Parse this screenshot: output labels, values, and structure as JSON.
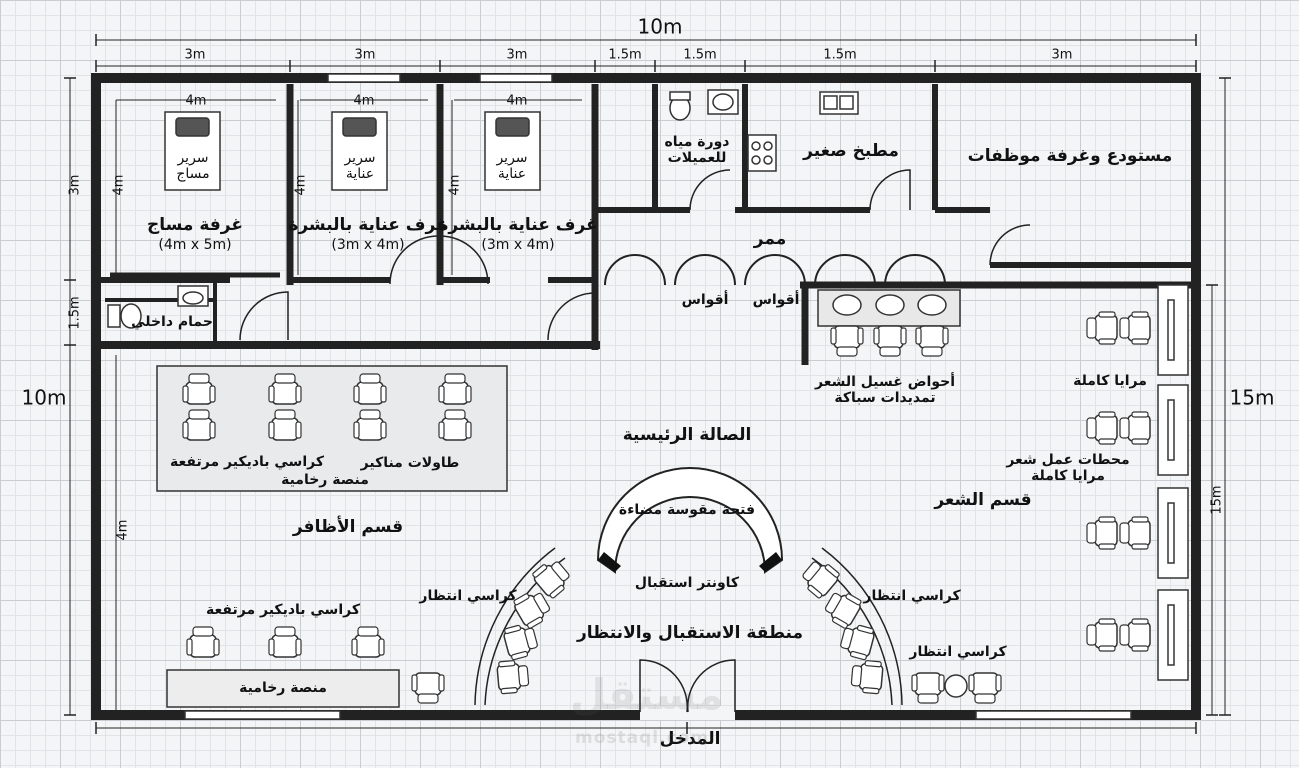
{
  "overall": {
    "width": "10m",
    "height_left": "10m",
    "height_right": "15m",
    "right_vertical": "15m"
  },
  "top_dims": [
    "3m",
    "3m",
    "3m",
    "1.5m",
    "1.5m",
    "1.5m",
    "3m"
  ],
  "left_dims": {
    "top": "3m",
    "middle": "1.5m",
    "bottom": "4m"
  },
  "rooms": {
    "massage": {
      "width": "4m",
      "depth": "4m",
      "bed": "سرير\nمساج",
      "name": "غرفة مساج",
      "size": "(4m x 5m)"
    },
    "skincare1": {
      "width": "4m",
      "depth": "4m",
      "bed": "سرير\nعناية",
      "name": "غرف عناية بالبشرة",
      "size": "(3m x 4m)"
    },
    "skincare2": {
      "width": "4m",
      "depth": "4m",
      "bed": "سرير\nعناية",
      "name": "غرف عناية بالبشرة",
      "size": "(3m x 4m)"
    },
    "wc_clients": "دورة مياه\nللعميلات",
    "kitchen": "مطبخ صغير",
    "storage": "مستودع وغرفة موظفات",
    "corridor": "ممر",
    "bathroom": "حمام داخلي"
  },
  "arches": [
    "أقواس",
    "أقواس"
  ],
  "main_hall": "الصالة الرئيسية",
  "nails": {
    "tables": "طاولات مناكير",
    "pedicure_chairs_top": "كراسي باديكير مرتفعة",
    "marble_platform_top": "منصة رخامية",
    "section": "قسم الأظافر",
    "pedicure_chairs_bottom": "كراسي باديكير مرتفعة",
    "marble_platform_bottom": "منصة رخامية",
    "inner_dim": "4m"
  },
  "hair": {
    "wash": "أحواض غسيل الشعر\nتمديدات سباكة",
    "mirrors": "مرايا كاملة",
    "stations": "محطات عمل شعر\nمرايا كاملة",
    "section": "قسم الشعر"
  },
  "reception": {
    "arch_opening": "فتحة مقوسة مضاءة",
    "counter": "كاونتر استقبال",
    "area": "منطقة الاستقبال والانتظار",
    "waiting_left": "كراسي انتظار",
    "waiting_right": "كراسي انتظار",
    "waiting_bottom": "كراسي انتظار",
    "entrance": "المدخل"
  },
  "watermark": {
    "ar": "مستقل",
    "en": "mostaql.com"
  }
}
